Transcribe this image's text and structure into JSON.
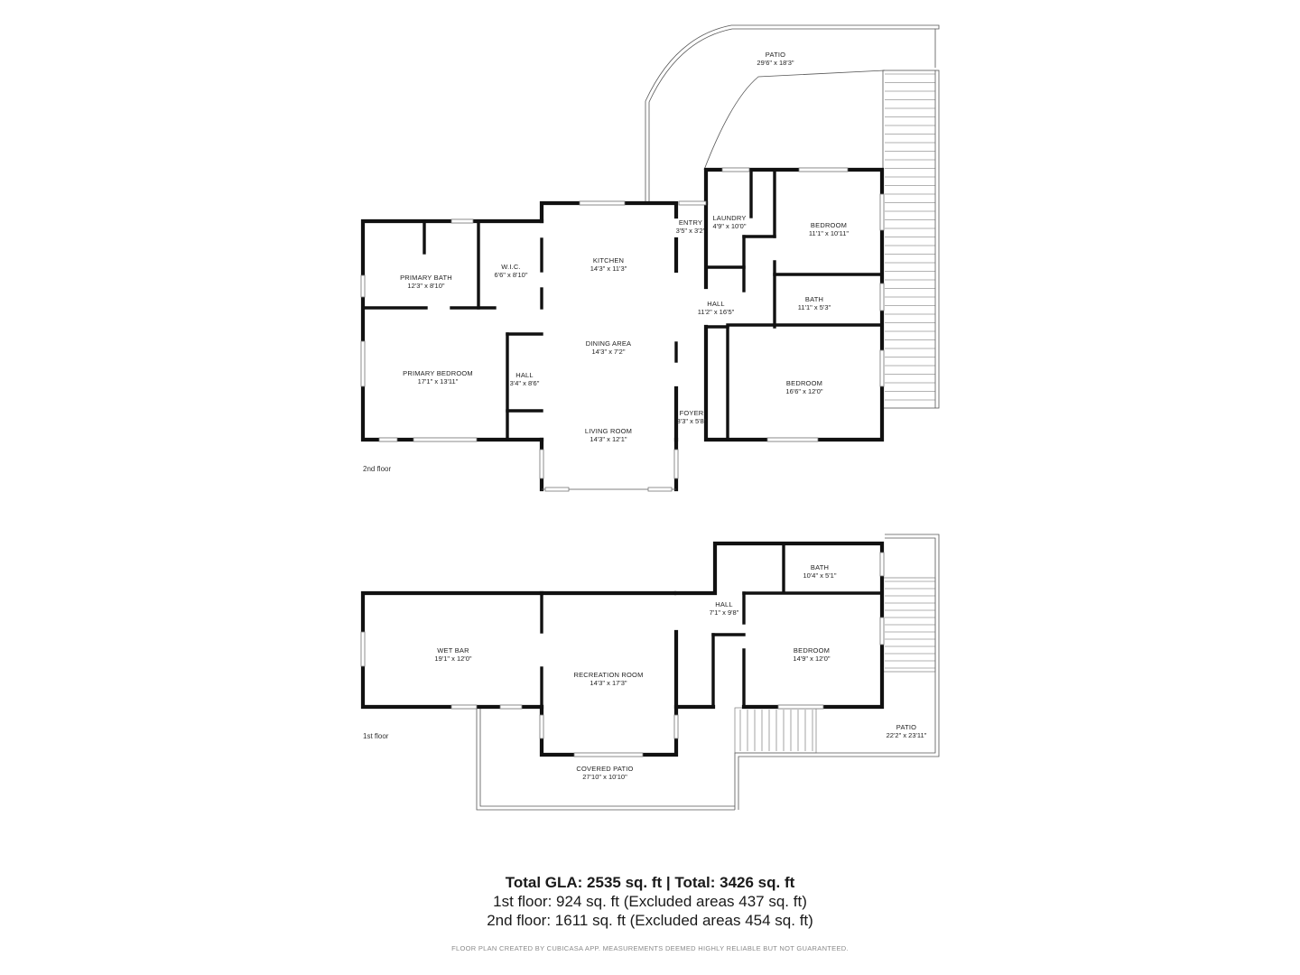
{
  "floors": {
    "second": {
      "label": "2nd floor",
      "rooms": {
        "patio": {
          "name": "PATIO",
          "dim": "29'6\" x 18'3\""
        },
        "entry": {
          "name": "ENTRY",
          "dim": "3'5\" x 3'2\""
        },
        "laundry": {
          "name": "LAUNDRY",
          "dim": "4'9\" x 10'0\""
        },
        "bedroom_ne": {
          "name": "BEDROOM",
          "dim": "11'1\" x 10'11\""
        },
        "kitchen": {
          "name": "KITCHEN",
          "dim": "14'3\" x 11'3\""
        },
        "primary_bath": {
          "name": "PRIMARY BATH",
          "dim": "12'3\" x 8'10\""
        },
        "wic": {
          "name": "W.I.C.",
          "dim": "6'6\" x 8'10\""
        },
        "hall_main": {
          "name": "HALL",
          "dim": "11'2\" x 16'5\""
        },
        "bath": {
          "name": "BATH",
          "dim": "11'1\" x 5'3\""
        },
        "dining": {
          "name": "DINING AREA",
          "dim": "14'3\" x 7'2\""
        },
        "primary_bedroom": {
          "name": "PRIMARY BEDROOM",
          "dim": "17'1\" x 13'11\""
        },
        "hall_small": {
          "name": "HALL",
          "dim": "3'4\" x 8'6\""
        },
        "bedroom_se": {
          "name": "BEDROOM",
          "dim": "16'6\" x 12'0\""
        },
        "foyer": {
          "name": "FOYER",
          "dim": "3'3\" x 5'8\""
        },
        "living": {
          "name": "LIVING ROOM",
          "dim": "14'3\" x 12'1\""
        }
      }
    },
    "first": {
      "label": "1st floor",
      "rooms": {
        "bath": {
          "name": "BATH",
          "dim": "10'4\" x 5'1\""
        },
        "hall": {
          "name": "HALL",
          "dim": "7'1\" x 9'8\""
        },
        "wet_bar": {
          "name": "WET BAR",
          "dim": "19'1\" x 12'0\""
        },
        "bedroom": {
          "name": "BEDROOM",
          "dim": "14'9\" x 12'0\""
        },
        "recreation": {
          "name": "RECREATION ROOM",
          "dim": "14'3\" x 17'3\""
        },
        "patio": {
          "name": "PATIO",
          "dim": "22'2\" x 23'11\""
        },
        "covered_patio": {
          "name": "COVERED PATIO",
          "dim": "27'10\" x 10'10\""
        }
      }
    }
  },
  "summary": {
    "total": "Total GLA: 2535 sq. ft | Total: 3426 sq. ft",
    "first": "1st floor: 924 sq. ft (Excluded areas 437 sq. ft)",
    "second": "2nd floor: 1611 sq. ft (Excluded areas 454 sq. ft)",
    "disclaimer": "FLOOR PLAN CREATED BY CUBICASA APP. MEASUREMENTS DEEMED HIGHLY RELIABLE BUT NOT GUARANTEED."
  }
}
